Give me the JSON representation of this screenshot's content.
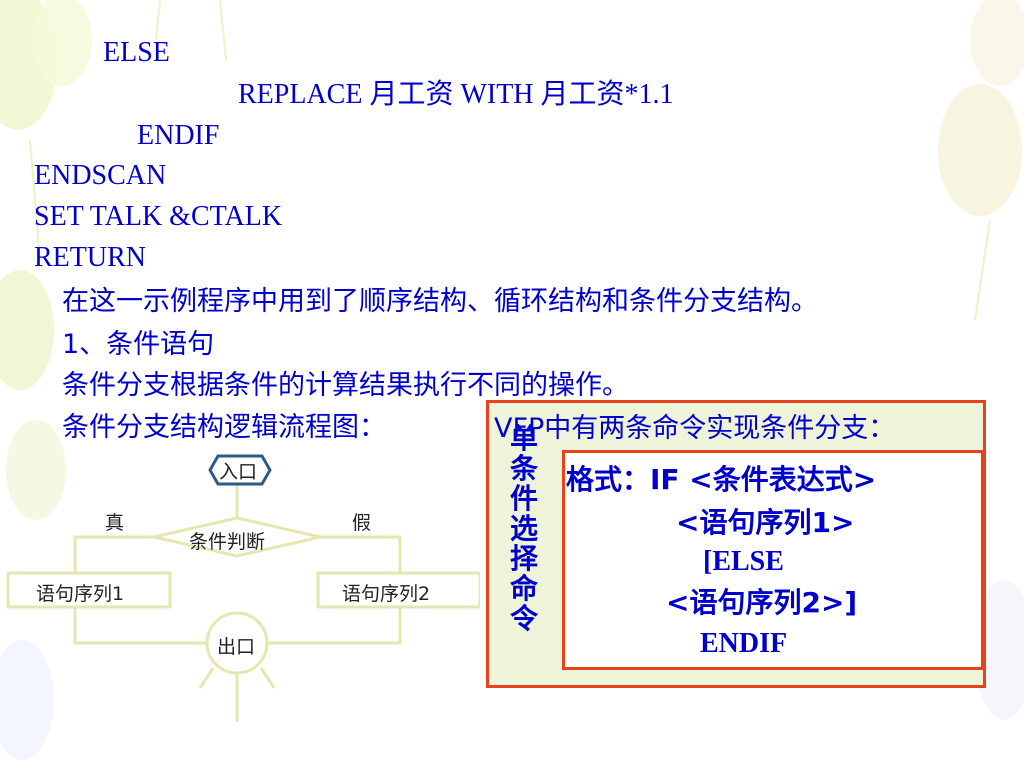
{
  "code_lines": {
    "else": "ELSE",
    "replace": "REPLACE 月工资 WITH 月工资*1.1",
    "endif": "ENDIF",
    "endscan": "ENDSCAN",
    "settalk": "SET TALK &CTALK",
    "return": "RETURN"
  },
  "paragraphs": {
    "intro": "在这一示例程序中用到了顺序结构、循环结构和条件分支结构。",
    "section": "1、条件语句",
    "desc": "条件分支根据条件的计算结果执行不同的操作。",
    "flow_title": "条件分支结构逻辑流程图："
  },
  "flowchart": {
    "entry": "入口",
    "condition": "条件判断",
    "true_label": "真",
    "false_label": "假",
    "seq1": "语句序列1",
    "seq2": "语句序列2",
    "exit": "出口"
  },
  "vfp_box": {
    "header": "VFP中有两条命令实现条件分支：",
    "vertical": [
      "单",
      "条",
      "件",
      "选",
      "择",
      "命",
      "令"
    ],
    "syntax": {
      "line1": "格式：IF <条件表达式>",
      "line2": "<语句序列1>",
      "line3": "[ELSE",
      "line4": "<语句序列2>]",
      "line5": "ENDIF"
    }
  },
  "colors": {
    "text_blue": "#0000cc",
    "box_border": "#e8421c",
    "box_fill": "#eef3da",
    "flow_stroke": "#e6e6b0"
  }
}
